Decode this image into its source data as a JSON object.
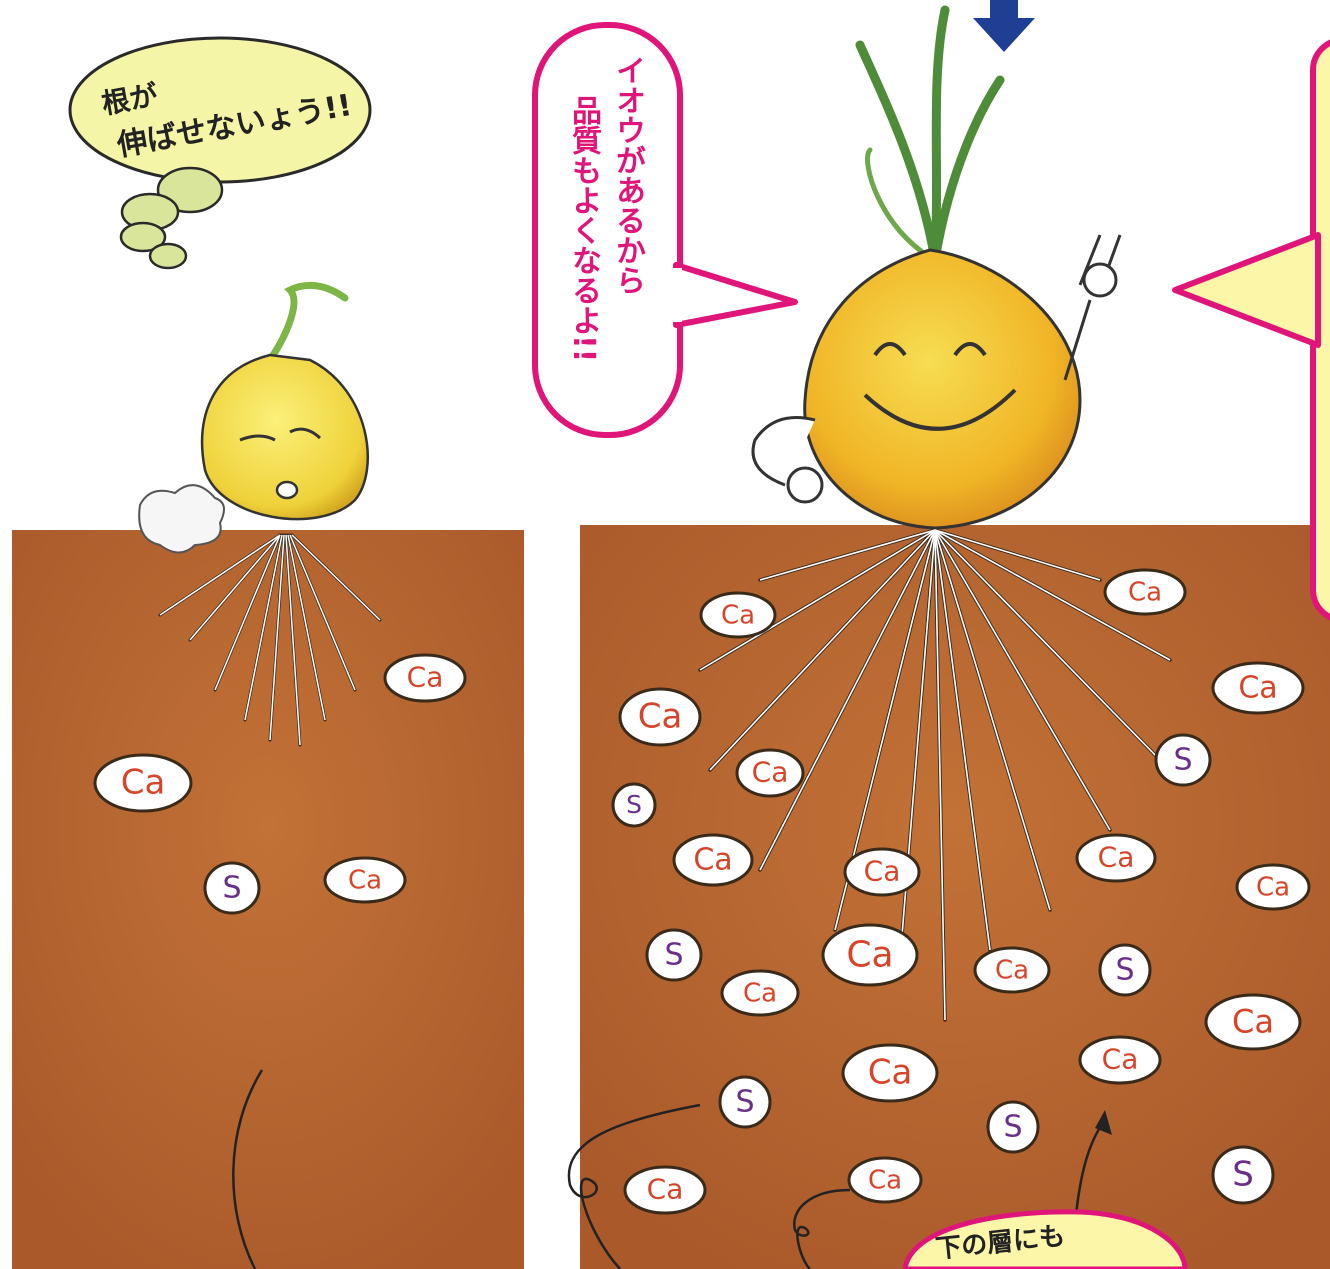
{
  "left_bubble": {
    "line1": "根が",
    "line2": "伸ばせないょう!!"
  },
  "middle_bubble": {
    "line1": "イオウがあるから",
    "line2": "品質もよくなるよ!!"
  },
  "bottom_bubble": {
    "line1": "下の層にも"
  },
  "nutrients": {
    "calcium": "Ca",
    "sulfur": "S"
  },
  "colors": {
    "soil": "#b7672e",
    "calcium_text": "#d6452a",
    "sulfur_text": "#6a2f8a",
    "bubble_pink": "#e0157a",
    "bubble_yellow": "#f4f5a6",
    "arrow_blue": "#1f3f94"
  }
}
